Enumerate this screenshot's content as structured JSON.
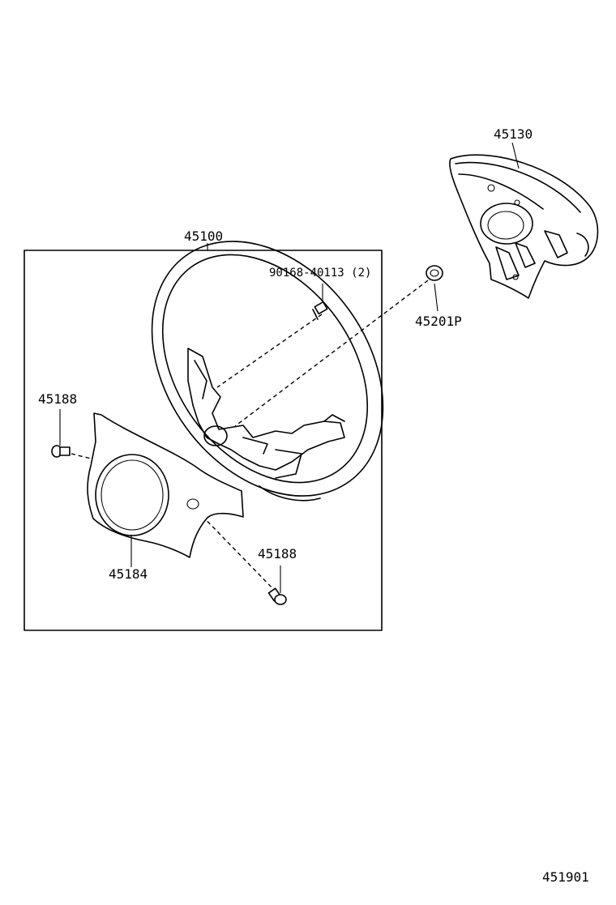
{
  "parts": {
    "steering_wheel_assy": "45100",
    "steering_pad_assy": "45130",
    "screw": "90168-40113 (2)",
    "nut": "45201P",
    "screw_left": "45188",
    "cover": "45184",
    "screw_bottom": "45188"
  },
  "figure_id": "451901"
}
